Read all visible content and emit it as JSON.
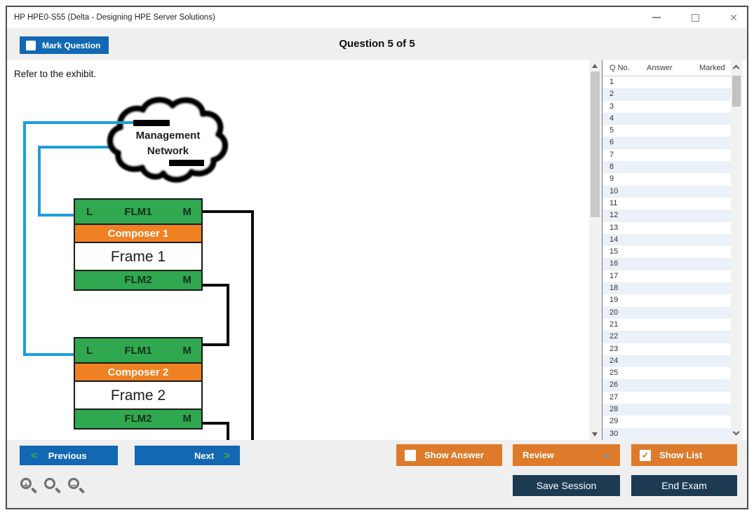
{
  "window": {
    "title": "HP HPE0-S55 (Delta - Designing HPE Server Solutions)",
    "close_glyph": "✕"
  },
  "header": {
    "mark_question_label": "Mark Question",
    "mark_question_checked": false,
    "question_counter": "Question 5 of 5"
  },
  "question": {
    "prompt": "Refer to the exhibit."
  },
  "exhibit": {
    "cloud": {
      "line1": "Management",
      "line2": "Network"
    },
    "frames": [
      {
        "left_port": "L",
        "flm1": "FLM1",
        "flm1_port": "M",
        "composer": "Composer 1",
        "name": "Frame 1",
        "flm2": "FLM2",
        "flm2_port": "M"
      },
      {
        "left_port": "L",
        "flm1": "FLM1",
        "flm1_port": "M",
        "composer": "Composer 2",
        "name": "Frame 2",
        "flm2": "FLM2",
        "flm2_port": "M"
      }
    ],
    "colors": {
      "module_green": "#2FA84F",
      "composer_orange": "#F08122",
      "wire_blue": "#1B9FD9",
      "wire_black": "#0B0B0B"
    }
  },
  "question_list": {
    "columns": [
      "Q No.",
      "Answer",
      "Marked"
    ],
    "rows": [
      1,
      2,
      3,
      4,
      5,
      6,
      7,
      8,
      9,
      10,
      11,
      12,
      13,
      14,
      15,
      16,
      17,
      18,
      19,
      20,
      21,
      22,
      23,
      24,
      25,
      26,
      27,
      28,
      29,
      30
    ]
  },
  "footer": {
    "previous_label": "Previous",
    "next_label": "Next",
    "show_answer_label": "Show Answer",
    "show_answer_checked": false,
    "review_label": "Review",
    "show_list_label": "Show List",
    "show_list_checked": true,
    "save_session_label": "Save Session",
    "end_exam_label": "End Exam",
    "chevron_left": "<",
    "chevron_right": ">",
    "zoom_in_glyph": "+",
    "zoom_out_glyph": "−"
  },
  "colors": {
    "button_blue": "#1268B3",
    "button_orange": "#DD7B2B",
    "button_navy": "#1C3A52",
    "chevron_green": "#3CB04A",
    "row_alt": "#EBF1F8"
  }
}
